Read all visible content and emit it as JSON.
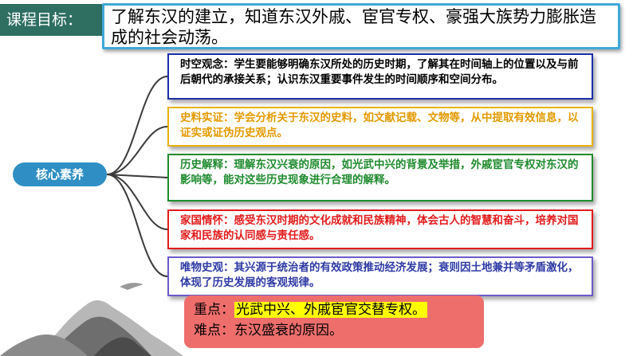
{
  "header": {
    "label": "课程目标：",
    "objective": "了解东汉的建立，知道东汉外戚、宦官专权、豪强大族势力膨胀造成的社会动荡。"
  },
  "mindmap": {
    "center": "核心素养",
    "items": [
      {
        "text": "时空观念：学生要能够明确东汉所处的历史时期，了解其在时间轴上的位置以及与前后朝代的承接关系；认识东汉重要事件发生的时间顺序和空间分布。",
        "color": "#000000"
      },
      {
        "text": "史料实证：学会分析关于东汉的史料，如文献记载、文物等，从中提取有效信息，以证实或证伪历史观点。",
        "color": "#e39a00"
      },
      {
        "text": "历史解释：理解东汉兴衰的原因，如光武中兴的背景及举措，外戚宦官专权对东汉的影响等，能对这些历史现象进行合理的解释。",
        "color": "#1f8b2e"
      },
      {
        "text": "家国情怀：感受东汉时期的文化成就和民族精神，体会古人的智慧和奋斗，培养对国家和民族的认同感与责任感。",
        "color": "#e31b1b"
      },
      {
        "text": "唯物史观：其兴源于统治者的有效政策推动经济发展；衰则因土地兼并等矛盾激化，体现了历史发展的客观规律。",
        "color": "#2e3aa5"
      }
    ]
  },
  "focus": {
    "key_label": "重点：",
    "key_text": "光武中兴、外戚宦官交替专权。",
    "difficulty_label": "难点：",
    "difficulty_text": "东汉盛衰的原因。"
  }
}
